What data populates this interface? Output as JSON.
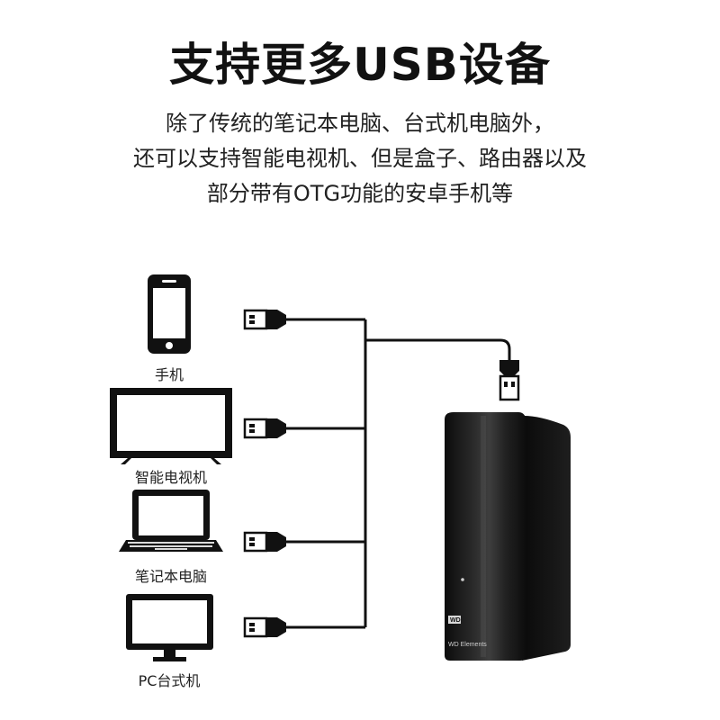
{
  "title": "支持更多USB设备",
  "description": {
    "line1": "除了传统的笔记本电脑、台式机电脑外，",
    "line2": "还可以支持智能电视机、但是盒子、路由器以及",
    "line3": "部分带有OTG功能的安卓手机等"
  },
  "devices": [
    {
      "label": "手机",
      "icon": "smartphone-icon"
    },
    {
      "label": "智能电视机",
      "icon": "smart-tv-icon"
    },
    {
      "label": "笔记本电脑",
      "icon": "laptop-icon"
    },
    {
      "label": "PC台式机",
      "icon": "desktop-pc-icon"
    }
  ],
  "drive": {
    "brand": "WD",
    "model": "WD Elements",
    "color": "#1b1b1b"
  },
  "colors": {
    "cable": "#111111",
    "text": "#222222"
  }
}
